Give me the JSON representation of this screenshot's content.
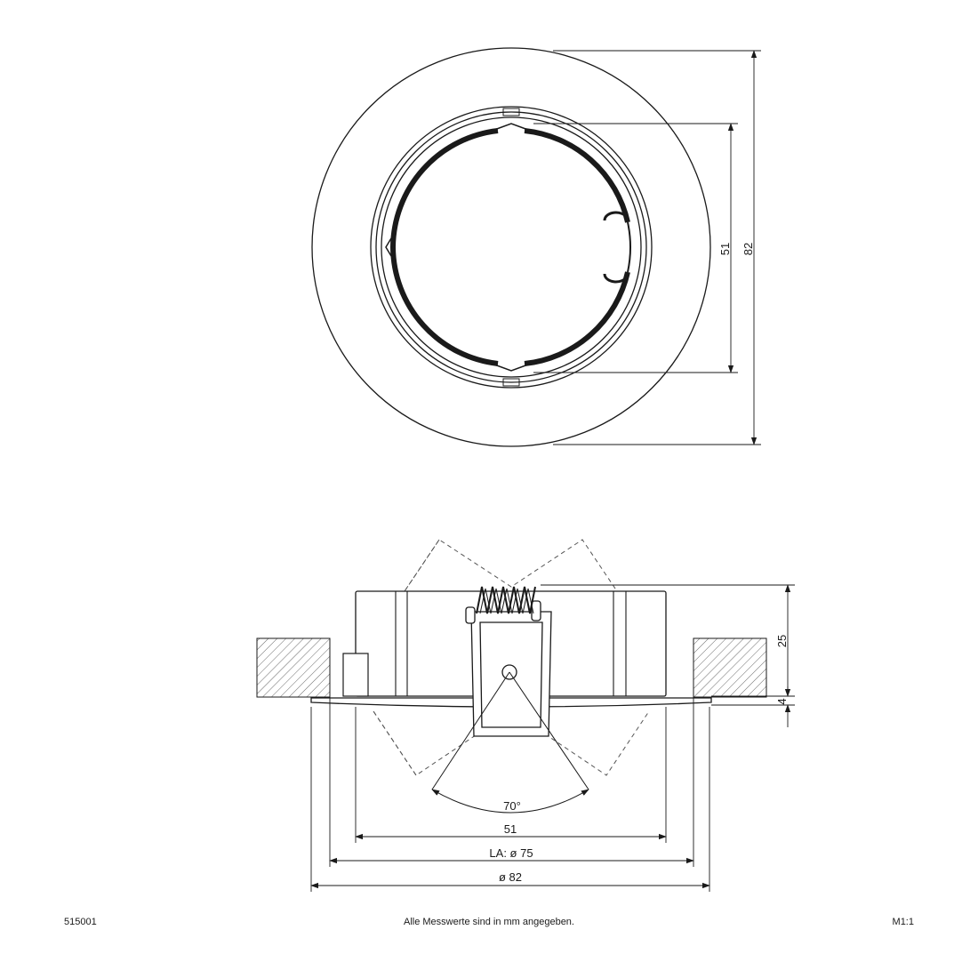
{
  "top_view": {
    "dimension_inner": "51",
    "dimension_outer": "82"
  },
  "side_view": {
    "dimension_height": "25",
    "dimension_flange": "4",
    "dimension_angle": "70°",
    "dimension_body": "51",
    "dimension_cutout": "LA: ø 75",
    "dimension_diameter": "ø 82"
  },
  "footer": {
    "article_number": "515001",
    "note": "Alle Messwerte sind in mm angegeben.",
    "scale": "M1:1"
  }
}
